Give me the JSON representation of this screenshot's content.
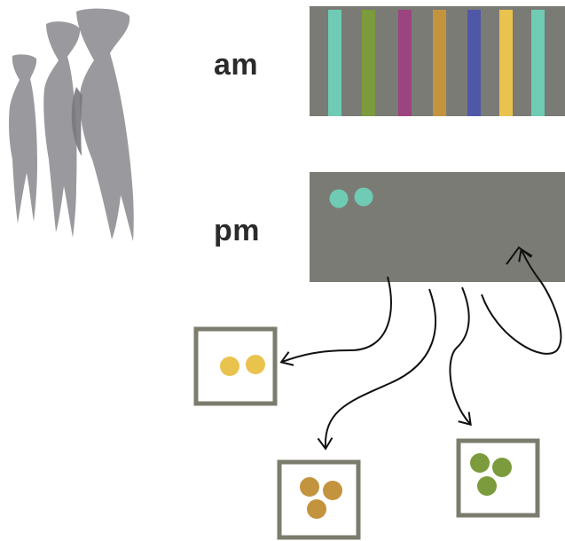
{
  "labels": {
    "am": "am",
    "pm": "pm"
  },
  "colors": {
    "panel": "#7b7b76",
    "box_border": "#7c7c6e",
    "people": "#9a9a9e",
    "people_dark": "#77777c",
    "arrow": "#111111"
  },
  "am_panel": {
    "stripes": [
      "#6fcbb4",
      "#7b9b3c",
      "#9c447f",
      "#c4933d",
      "#4f58a6",
      "#eac34e",
      "#6fcbb4"
    ]
  },
  "pm_panel": {
    "dots": [
      "#6fcbb4",
      "#6fcbb4"
    ]
  },
  "boxes": [
    {
      "name": "yellow-box",
      "dots": [
        "#eac34e",
        "#eac34e"
      ]
    },
    {
      "name": "orange-box",
      "dots": [
        "#c4933d",
        "#c4933d",
        "#c4933d"
      ]
    },
    {
      "name": "green-box",
      "dots": [
        "#7b9b3c",
        "#7b9b3c",
        "#7b9b3c"
      ]
    }
  ],
  "icons": {
    "people": "people-silhouettes-icon",
    "arrows": "curved-arrow-icon"
  }
}
